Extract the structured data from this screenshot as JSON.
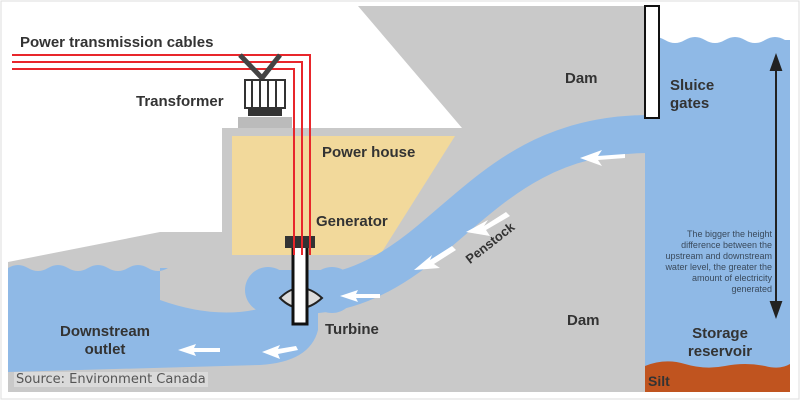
{
  "labels": {
    "cables": "Power transmission cables",
    "transformer": "Transformer",
    "power_house": "Power house",
    "generator": "Generator",
    "turbine": "Turbine",
    "penstock": "Penstock",
    "dam_top": "Dam",
    "dam_bottom": "Dam",
    "sluice_gates": "Sluice gates",
    "storage_reservoir": "Storage reservoir",
    "downstream_outlet": "Downstream outlet",
    "silt": "Silt"
  },
  "note": "The bigger the height difference between the upstream and downstream water level, the greater the amount of electricity generated",
  "source": "Source: Environment Canada",
  "colors": {
    "water": "#8fb9e6",
    "dam": "#c9c9c9",
    "powerhouse": "#f2d99b",
    "cable": "#e8262b",
    "silt": "#c0541f"
  }
}
